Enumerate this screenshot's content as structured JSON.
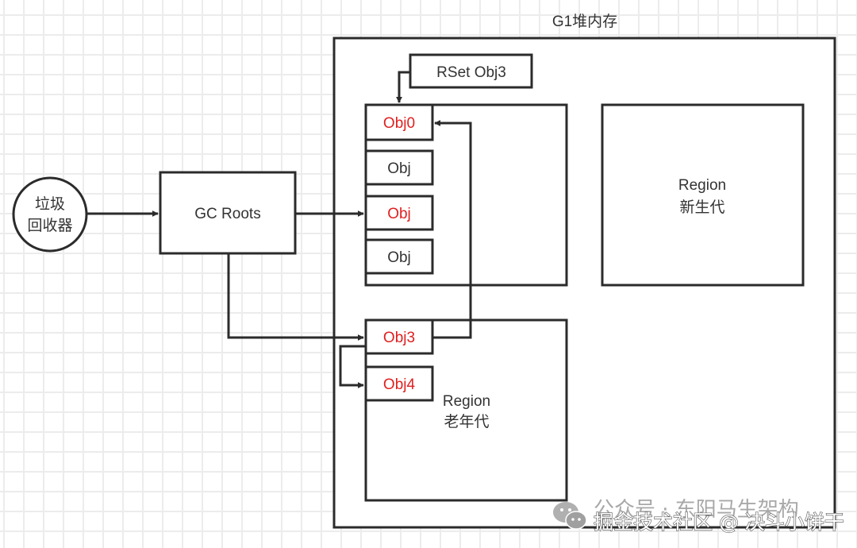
{
  "title": "G1堆内存",
  "collector": {
    "line1": "垃圾",
    "line2": "回收器"
  },
  "gc_roots": "GC Roots",
  "rset": "RSet Obj3",
  "young_region": {
    "line1": "Region",
    "line2": "新生代"
  },
  "old_region": {
    "line1": "Region",
    "line2": "老年代"
  },
  "objects": {
    "obj0": "Obj0",
    "obj_a": "Obj",
    "obj_b": "Obj",
    "obj_c": "Obj",
    "obj3": "Obj3",
    "obj4": "Obj4"
  },
  "colors": {
    "stroke": "#2b2b2b",
    "text": "#333333",
    "highlight": "#e02020"
  },
  "watermark": {
    "line1": "公众号 · 东阳马生架构",
    "line2": "掘金技术社区 @ 决斗小饼干"
  }
}
